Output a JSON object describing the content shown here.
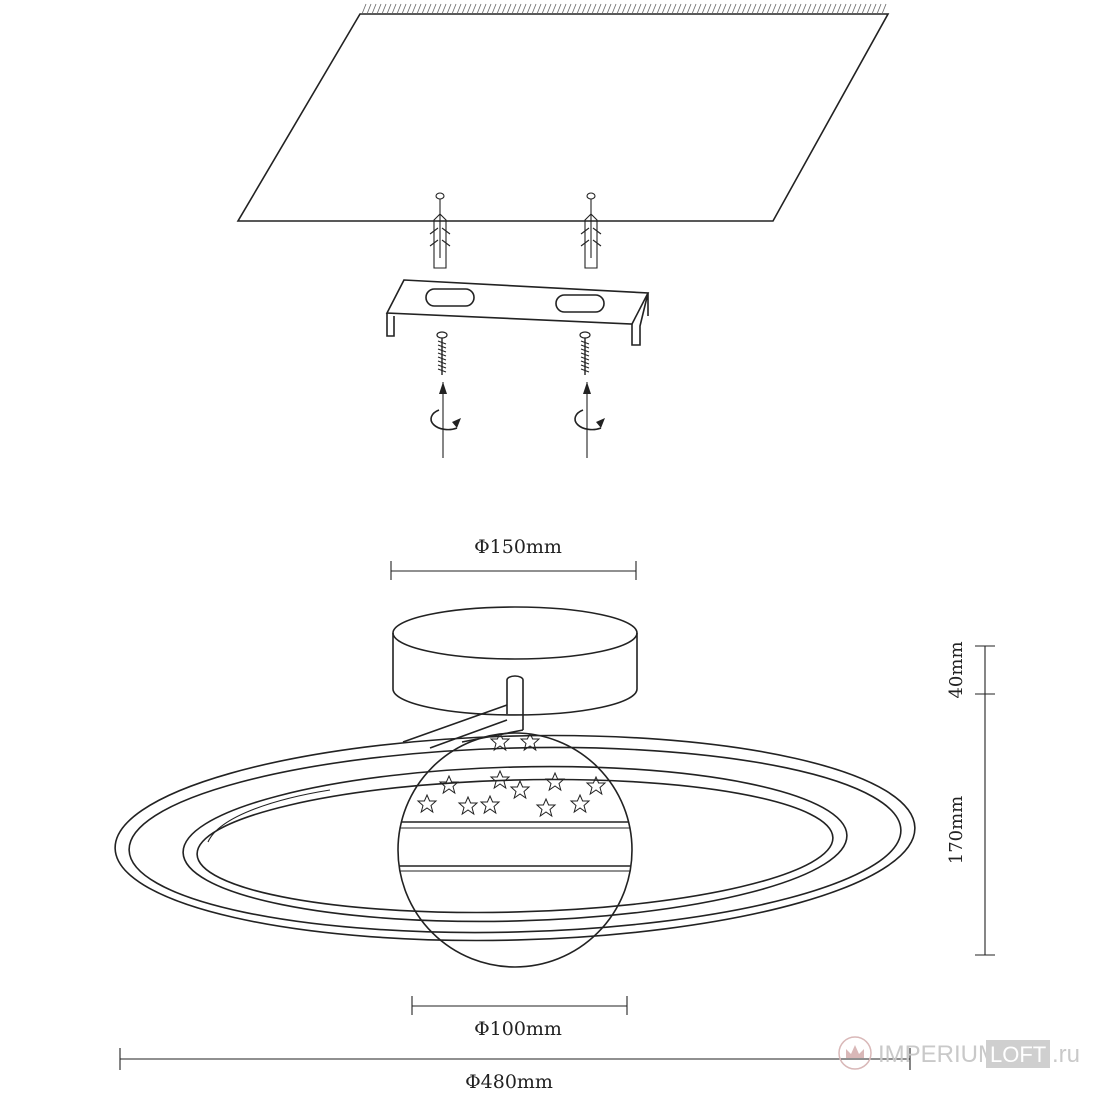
{
  "dimensions": {
    "base_diameter": "Φ150mm",
    "base_height": "40mm",
    "body_height": "170mm",
    "globe_diameter": "Φ100mm",
    "ring_diameter": "Φ480mm"
  },
  "watermark": {
    "brand_part1": "IMPERIUM",
    "brand_part2": "LOFT",
    "domain": ".ru"
  },
  "colors": {
    "line": "#222222",
    "watermark": "#c9c9c9"
  }
}
